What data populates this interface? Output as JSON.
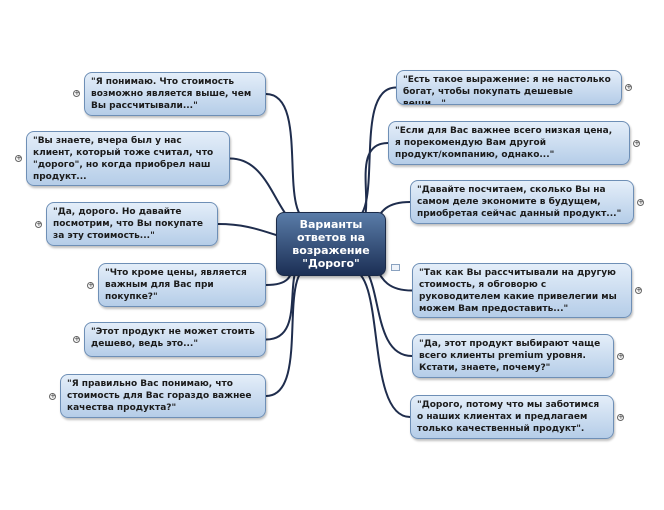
{
  "center": {
    "label": "Варианты\nответов на\nвозражение\n\"Дорого\""
  },
  "left": [
    "\"Я понимаю. Что стоимость\nвозможно является выше, чем\nВы рассчитывали...\"",
    "\"Вы знаете, вчера был у нас\nклиент, который тоже считал, что\n\"дорого\", но когда приобрел наш\nпродукт...",
    "\"Да, дорого. Но давайте\nпосмотрим, что Вы покупате\nза эту стоимость...\"",
    "\"Что кроме цены, является\nважным для Вас при\nпокупке?\"",
    "\"Этот продукт не может стоить\nдешево, ведь это...\"",
    "\"Я правильно Вас понимаю, что\nстоимость для Вас гораздо важнее\nкачества продукта?\""
  ],
  "right": [
    "\"Есть такое выражение: я не настолько\nбогат, чтобы покупать дешевые вещи...\"",
    "\"Если для Вас важнее всего низкая цена,\nя порекомендую Вам другой\nпродукт/компанию, однако...\"",
    "\"Давайте посчитаем, сколько Вы на\nсамом деле экономите в будущем,\nприобретая сейчас данный продукт...\"",
    "\"Так как Вы рассчитывали на другую\nстоимость, я обговорю с\nруководителем какие привелегии мы\nможем Вам предоставить...\"",
    "\"Да, этот продукт выбирают чаще\nвсего клиенты premium уровня.\nКстати, знаете, почему?\"",
    "\"Дорого, потому что мы заботимся\nо наших клиентах и предлагаем\nтолько качественный продукт\"."
  ],
  "expander_symbol": "+",
  "colors": {
    "link": "#1f2d4d",
    "node_fill_top": "#e4eef9",
    "node_fill_bottom": "#b5cde8",
    "node_border": "#6e8fb6",
    "center_fill_top": "#5a7ca8",
    "center_fill_bottom": "#1c2f55"
  }
}
